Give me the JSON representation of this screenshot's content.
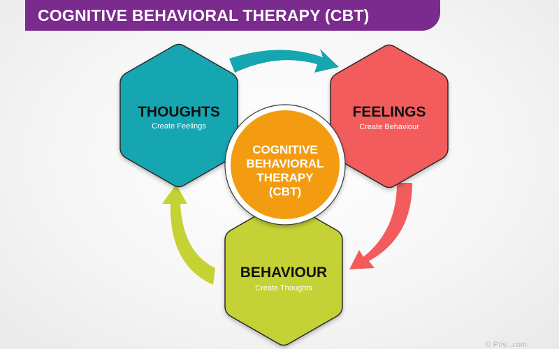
{
  "header": {
    "title": "COGNITIVE BEHAVIORAL THERAPY (CBT)"
  },
  "nodes": {
    "thoughts": {
      "title": "THOUGHTS",
      "subtitle": "Create Feelings",
      "color": "#16a6b2"
    },
    "feelings": {
      "title": "FEELINGS",
      "subtitle": "Create Behaviour",
      "color": "#f25c5c"
    },
    "behaviour": {
      "title": "BEHAVIOUR",
      "subtitle": "Create Thoughts",
      "color": "#c4d234"
    }
  },
  "center": {
    "lines": [
      "COGNITIVE",
      "BEHAVIORAL",
      "THERAPY",
      "(CBT)"
    ],
    "color": "#f39c12"
  },
  "arrows": {
    "thoughts_to_feelings": "#16a6b2",
    "feelings_to_behaviour": "#f25c5c",
    "behaviour_to_thoughts": "#c4d234"
  },
  "watermark": "© Priv...com"
}
